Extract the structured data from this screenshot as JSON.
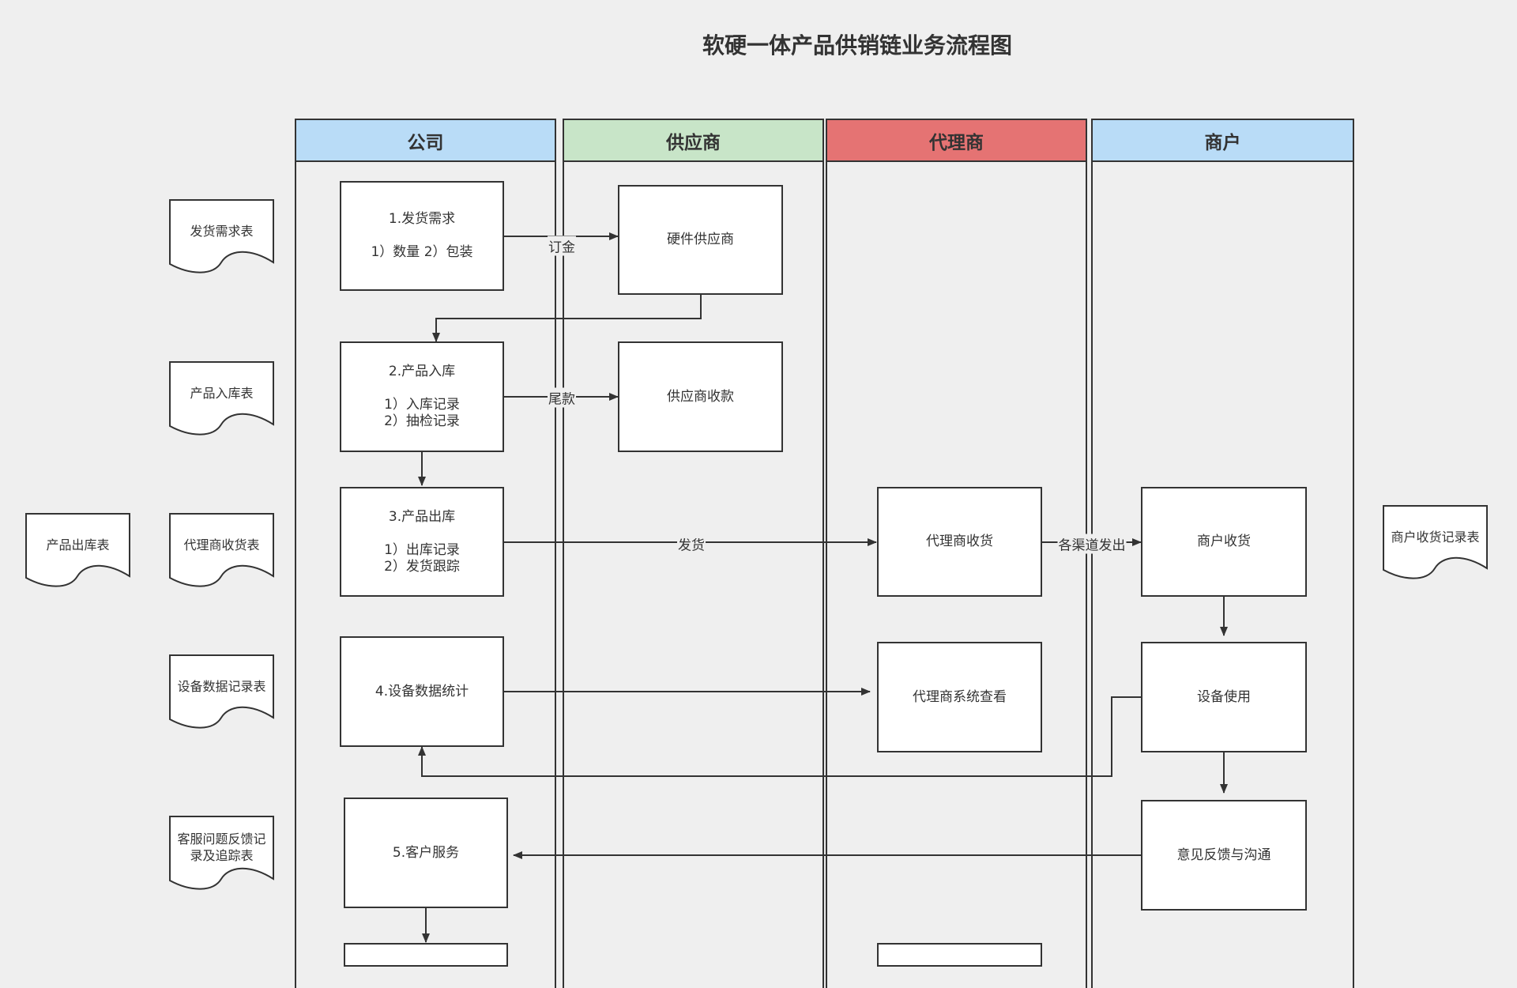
{
  "title": "软硬一体产品供销链业务流程图",
  "lanes": {
    "company": "公司",
    "supplier": "供应商",
    "agent": "代理商",
    "merchant": "商户"
  },
  "colors": {
    "company_header": "#b9dcf7",
    "supplier_header": "#c8e5c8",
    "agent_header": "#e57373",
    "merchant_header": "#b9dcf7"
  },
  "documents": {
    "shipping_demand_form": "发货需求表",
    "inbound_form": "产品入库表",
    "outbound_form": "产品出库表",
    "agent_receipt_form": "代理商收货表",
    "device_data_form": "设备数据记录表",
    "service_feedback_form": "客服问题反馈记录及追踪表",
    "merchant_receipt_form": "商户收货记录表"
  },
  "steps": {
    "step1": "1.发货需求\n\n1）数量 2）包装",
    "step2": "2.产品入库\n\n1）入库记录\n2）抽检记录",
    "step3": "3.产品出库\n\n1）出库记录\n2）发货跟踪",
    "step4": "4.设备数据统计",
    "step5": "5.客户服务",
    "hardware_supplier": "硬件供应商",
    "supplier_payment": "供应商收款",
    "agent_receipt": "代理商收货",
    "agent_system_view": "代理商系统查看",
    "merchant_receipt": "商户收货",
    "device_usage": "设备使用",
    "feedback": "意见反馈与沟通"
  },
  "edge_labels": {
    "deposit": "订金",
    "balance": "尾款",
    "ship": "发货",
    "channels": "各渠道发出"
  }
}
